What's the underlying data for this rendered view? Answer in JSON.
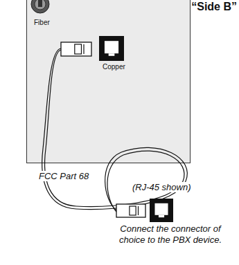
{
  "diagram": {
    "nodes": [
      {
        "text": [
          "Fiber",
          "Copper"
        ]
      }
    ],
    "labels": [
      "“Side B”",
      "FCC Part 68",
      "(RJ-45 shown)",
      "Connect the connector of choice to the PBX device."
    ]
  }
}
